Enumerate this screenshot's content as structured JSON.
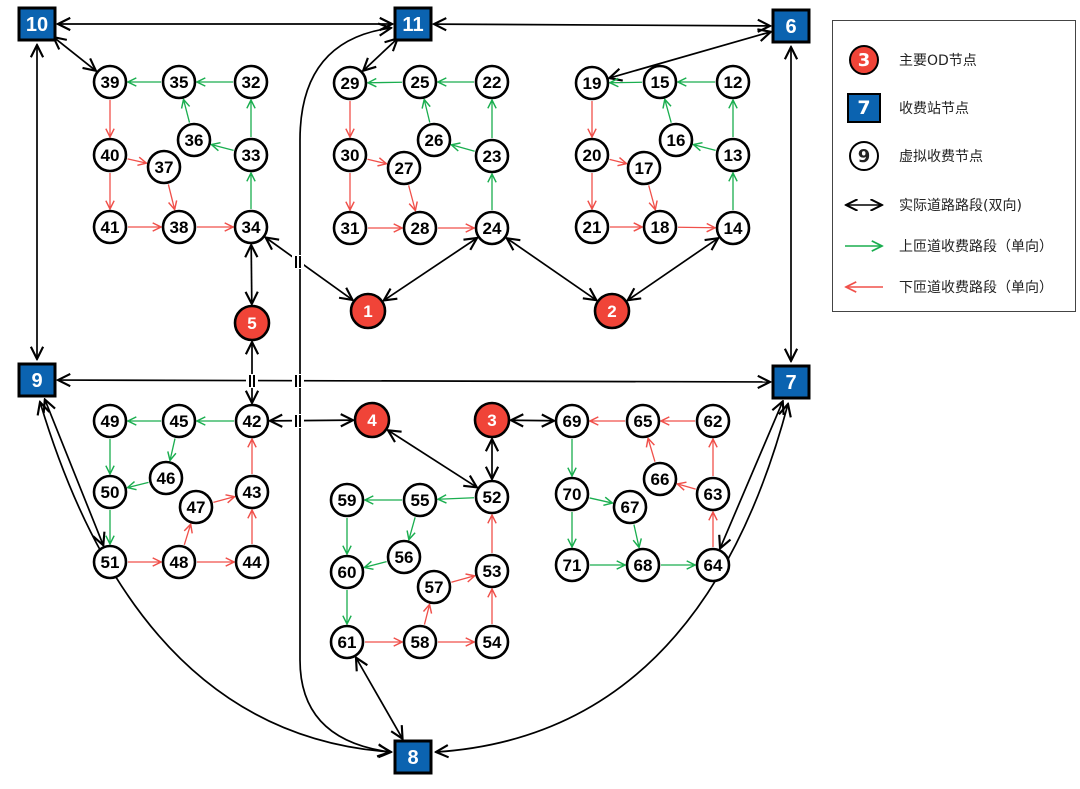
{
  "colors": {
    "od": "#f04438",
    "toll": "#0b63b0",
    "road": "#000000",
    "on_ramp": "#1aae4f",
    "off_ramp": "#f0504a"
  },
  "legend": {
    "od": {
      "sample": "3",
      "label": "主要OD节点"
    },
    "toll": {
      "sample": "7",
      "label": "收费站节点"
    },
    "virtual": {
      "sample": "9",
      "label": "虚拟收费节点"
    },
    "road": {
      "label": "实际道路路段(双向)"
    },
    "on_ramp": {
      "label": "上匝道收费路段（单向）"
    },
    "off_ramp": {
      "label": "下匝道收费路段（单向）"
    }
  },
  "nodes": {
    "od": [
      "1",
      "2",
      "3",
      "4",
      "5"
    ],
    "toll": [
      "6",
      "7",
      "8",
      "9",
      "10",
      "11"
    ],
    "virtual": [
      "12",
      "13",
      "14",
      "15",
      "16",
      "17",
      "18",
      "19",
      "20",
      "21",
      "22",
      "23",
      "24",
      "25",
      "26",
      "27",
      "28",
      "29",
      "30",
      "31",
      "32",
      "33",
      "34",
      "35",
      "36",
      "37",
      "38",
      "39",
      "40",
      "41",
      "42",
      "43",
      "44",
      "45",
      "46",
      "47",
      "48",
      "49",
      "50",
      "51",
      "52",
      "53",
      "54",
      "55",
      "56",
      "57",
      "58",
      "59",
      "60",
      "61",
      "62",
      "63",
      "64",
      "65",
      "66",
      "67",
      "68",
      "69",
      "70",
      "71"
    ]
  },
  "edges": {
    "road": [
      [
        "10",
        "11"
      ],
      [
        "11",
        "6"
      ],
      [
        "10",
        "9"
      ],
      [
        "10",
        "39"
      ],
      [
        "11",
        "29"
      ],
      [
        "6",
        "19"
      ],
      [
        "6",
        "7"
      ],
      [
        "34",
        "5"
      ],
      [
        "34",
        "1"
      ],
      [
        "1",
        "24"
      ],
      [
        "24",
        "2"
      ],
      [
        "2",
        "14"
      ],
      [
        "5",
        "42"
      ],
      [
        "9",
        "7"
      ],
      [
        "42",
        "4"
      ],
      [
        "4",
        "52"
      ],
      [
        "3",
        "69"
      ],
      [
        "3",
        "52"
      ],
      [
        "9",
        "51"
      ],
      [
        "7",
        "64"
      ],
      [
        "61",
        "8"
      ]
    ],
    "road_curves": [
      [
        "9",
        "8"
      ],
      [
        "8",
        "7"
      ],
      [
        "11",
        "8"
      ]
    ],
    "on_ramp": [
      [
        "32",
        "35"
      ],
      [
        "35",
        "39"
      ],
      [
        "33",
        "32"
      ],
      [
        "34",
        "33"
      ],
      [
        "33",
        "36"
      ],
      [
        "36",
        "35"
      ],
      [
        "22",
        "25"
      ],
      [
        "25",
        "29"
      ],
      [
        "23",
        "22"
      ],
      [
        "24",
        "23"
      ],
      [
        "23",
        "26"
      ],
      [
        "26",
        "25"
      ],
      [
        "12",
        "15"
      ],
      [
        "15",
        "19"
      ],
      [
        "13",
        "12"
      ],
      [
        "14",
        "13"
      ],
      [
        "13",
        "16"
      ],
      [
        "16",
        "15"
      ],
      [
        "42",
        "45"
      ],
      [
        "45",
        "49"
      ],
      [
        "49",
        "50"
      ],
      [
        "50",
        "51"
      ],
      [
        "45",
        "46"
      ],
      [
        "46",
        "50"
      ],
      [
        "52",
        "55"
      ],
      [
        "55",
        "59"
      ],
      [
        "59",
        "60"
      ],
      [
        "60",
        "61"
      ],
      [
        "55",
        "56"
      ],
      [
        "56",
        "60"
      ],
      [
        "69",
        "70"
      ],
      [
        "70",
        "71"
      ],
      [
        "71",
        "68"
      ],
      [
        "68",
        "64"
      ],
      [
        "70",
        "67"
      ],
      [
        "67",
        "68"
      ]
    ],
    "off_ramp": [
      [
        "39",
        "40"
      ],
      [
        "40",
        "41"
      ],
      [
        "40",
        "37"
      ],
      [
        "37",
        "38"
      ],
      [
        "41",
        "38"
      ],
      [
        "38",
        "34"
      ],
      [
        "29",
        "30"
      ],
      [
        "30",
        "31"
      ],
      [
        "30",
        "27"
      ],
      [
        "27",
        "28"
      ],
      [
        "31",
        "28"
      ],
      [
        "28",
        "24"
      ],
      [
        "19",
        "20"
      ],
      [
        "20",
        "21"
      ],
      [
        "20",
        "17"
      ],
      [
        "17",
        "18"
      ],
      [
        "21",
        "18"
      ],
      [
        "18",
        "14"
      ],
      [
        "51",
        "48"
      ],
      [
        "48",
        "44"
      ],
      [
        "48",
        "47"
      ],
      [
        "47",
        "43"
      ],
      [
        "44",
        "43"
      ],
      [
        "43",
        "42"
      ],
      [
        "61",
        "58"
      ],
      [
        "58",
        "54"
      ],
      [
        "58",
        "57"
      ],
      [
        "57",
        "53"
      ],
      [
        "54",
        "53"
      ],
      [
        "53",
        "52"
      ],
      [
        "64",
        "63"
      ],
      [
        "63",
        "62"
      ],
      [
        "63",
        "66"
      ],
      [
        "66",
        "65"
      ],
      [
        "62",
        "65"
      ],
      [
        "65",
        "69"
      ]
    ]
  }
}
